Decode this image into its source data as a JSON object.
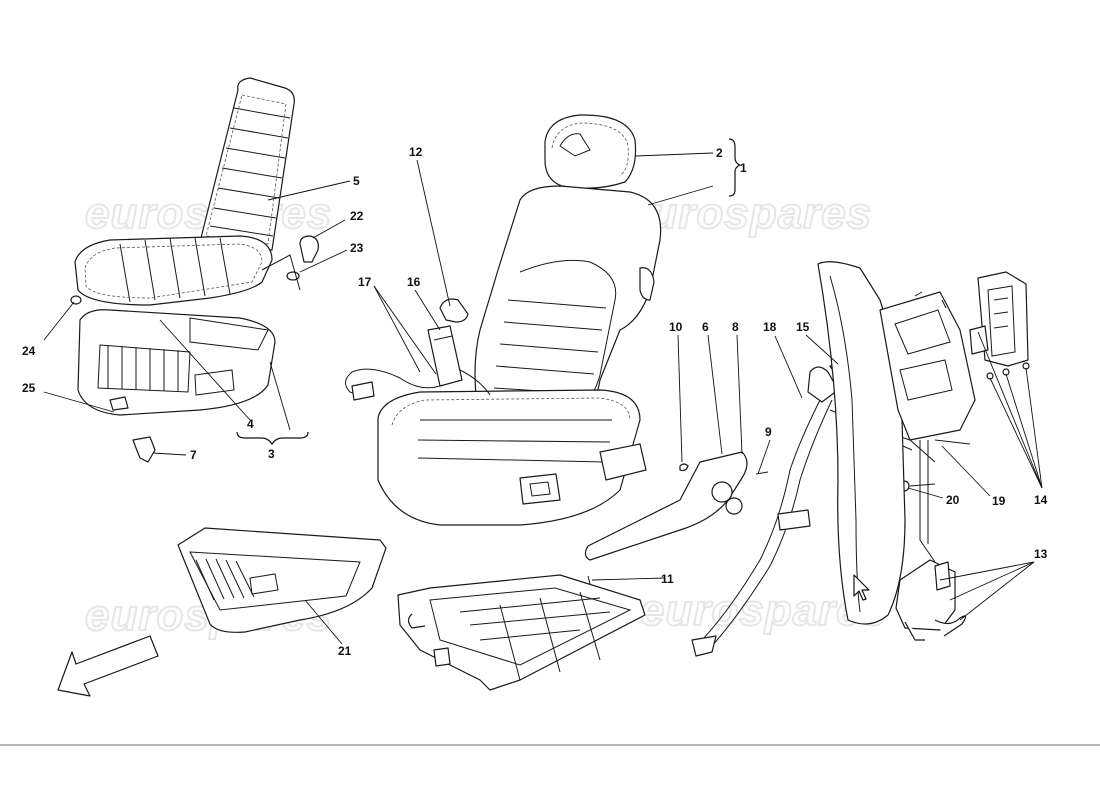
{
  "watermark": {
    "text": "eurospares",
    "color": "#e6e6e6"
  },
  "diagram": {
    "callouts": [
      "1",
      "2",
      "3",
      "4",
      "5",
      "6",
      "7",
      "8",
      "9",
      "10",
      "11",
      "12",
      "13",
      "14",
      "15",
      "16",
      "17",
      "18",
      "19",
      "20",
      "21",
      "22",
      "23",
      "24",
      "25"
    ]
  },
  "icons": {
    "cursor": "mouse-pointer-icon",
    "direction": "direction-arrow-icon"
  },
  "colors": {
    "line": "#1a1a1a",
    "watermark": "#e6e6e6",
    "footer_rule": "#b5b5b5"
  }
}
